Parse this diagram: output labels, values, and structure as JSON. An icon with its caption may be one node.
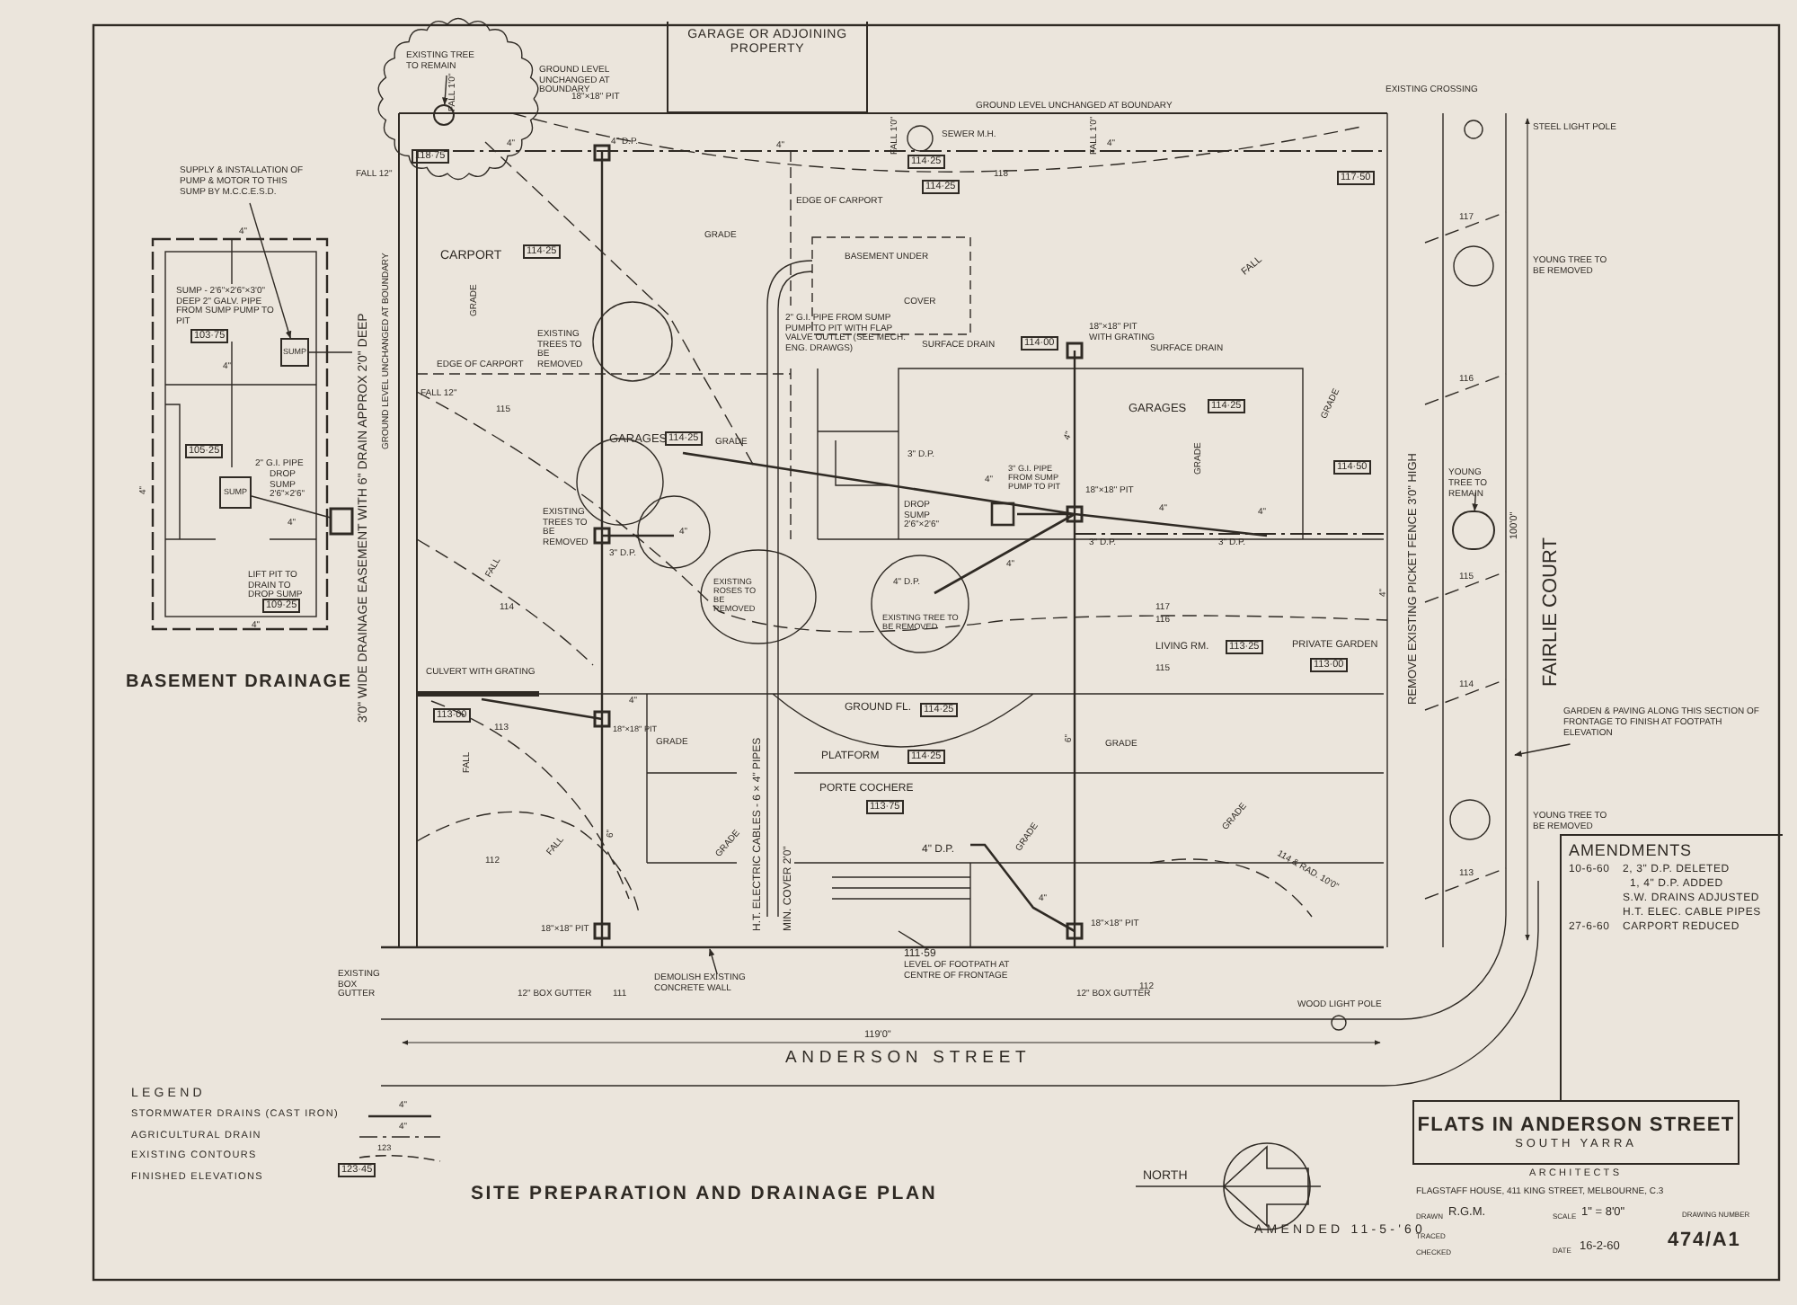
{
  "diagram": {
    "title": "SITE PREPARATION AND DRAINAGE PLAN",
    "nodes": [
      {
        "text": [
          "EXISTING TREE TO REMAIN"
        ]
      },
      {
        "text": [],
        "shape": "circle"
      },
      {
        "text": [
          "SUPPLY & INSTALLATION OF PUMP & MOTOR TO THIS SUMP BY M.C.C.E.S.D."
        ]
      },
      {
        "text": [
          "SUMP"
        ]
      },
      {
        "text": [
          "YOUNG TREE TO REMAIN"
        ]
      },
      {
        "text": [],
        "shape": "circle"
      },
      {
        "text": [
          "GARDEN & PAVING ALONG THIS SECTION OF FRONTAGE TO FINISH AT FOOTPATH ELEVATION"
        ]
      },
      {
        "text": [
          "DEMOLISH EXISTING CONCRETE WALL"
        ]
      },
      {
        "text": [
          "111·59",
          "LEVEL OF FOOTPATH AT CENTRE OF FRONTAGE"
        ]
      },
      {
        "text": [
          "GARAGE OR ADJOINING PROPERTY"
        ]
      },
      {
        "text": [
          "FLATS IN ANDERSON STREET",
          "SOUTH YARRA"
        ]
      },
      {
        "text": [
          "AMENDMENTS",
          "10-6-60",
          "2, 3\" D.P. DELETED",
          "1, 4\" D.P. ADDED",
          "S.W. DRAINS ADJUSTED",
          "H.T. ELEC. CABLE PIPES",
          "27-6-60",
          "CARPORT REDUCED"
        ]
      },
      {
        "text": [
          "SUMP"
        ]
      },
      {
        "text": [
          "118·75"
        ]
      },
      {
        "text": [
          "114·25"
        ]
      },
      {
        "text": [
          "114·25"
        ]
      },
      {
        "text": [
          "114·25"
        ]
      },
      {
        "text": [
          "117·50"
        ]
      },
      {
        "text": [
          "103·75"
        ]
      },
      {
        "text": [
          "105·25"
        ]
      },
      {
        "text": [
          "109·25"
        ]
      },
      {
        "text": [
          "114·00"
        ]
      },
      {
        "text": [
          "114·25"
        ]
      },
      {
        "text": [
          "114·25"
        ]
      },
      {
        "text": [
          "114·50"
        ]
      },
      {
        "text": [
          "113·25"
        ]
      },
      {
        "text": [
          "113·00"
        ]
      },
      {
        "text": [
          "113·00"
        ]
      },
      {
        "text": [
          "114·25"
        ]
      },
      {
        "text": [
          "114·25"
        ]
      },
      {
        "text": [
          "113·75"
        ]
      },
      {
        "text": [
          "123·45"
        ]
      }
    ],
    "edges": [
      {
        "from": 0,
        "to": 1,
        "arrow": "to"
      },
      {
        "from": 2,
        "to": 3,
        "arrow": "to"
      },
      {
        "from": 4,
        "to": 5,
        "arrow": "to"
      },
      {
        "from": 6,
        "to": null,
        "arrow": "to"
      },
      {
        "from": 7,
        "to": null,
        "arrow": "to"
      },
      {
        "from": 8,
        "to": null,
        "arrow": "none"
      }
    ],
    "labels": [
      "GROUND LEVEL UNCHANGED AT BOUNDARY",
      "FALL 1'0\"",
      "18\"×18\" PIT",
      "4\"",
      "4\" D.P.",
      "FALL 12\"",
      "GROUND LEVEL UNCHANGED AT BOUNDARY",
      "FALL 1'0\"",
      "SEWER M.H.",
      "4\"",
      "FALL 1'0\"",
      "4\"",
      "118",
      "EXISTING CROSSING",
      "STEEL LIGHT POLE",
      "SUMP - 2'6\"×2'6\"×3'0\" DEEP 2\" GALV. PIPE FROM SUMP PUMP TO PIT",
      "4\"",
      "4\"",
      "2\" G.I. PIPE",
      "DROP SUMP 2'6\"×2'6\"",
      "4\"",
      "LIFT PIT TO DRAIN TO DROP SUMP",
      "4\"",
      "4\"",
      "BASEMENT DRAINAGE",
      "3'0\" WIDE DRAINAGE EASEMENT WITH 6\" DRAIN APPROX 2'0\" DEEP",
      "GROUND LEVEL UNCHANGED AT BOUNDARY",
      "CARPORT",
      "GRADE",
      "EDGE OF CARPORT",
      "EXISTING TREES TO BE REMOVED",
      "FALL 12\"",
      "115",
      "GARAGES",
      "GRADE",
      "EXISTING TREES TO BE REMOVED",
      "4\"",
      "3\" D.P.",
      "FALL",
      "114",
      "EDGE OF CARPORT",
      "GRADE",
      "BASEMENT UNDER",
      "COVER",
      "2\" G.I. PIPE FROM SUMP PUMP TO PIT WITH FLAP VALVE OUTLET (SEE MECH. ENG. DRAWGS)",
      "SURFACE DRAIN",
      "18\"×18\" PIT WITH GRATING",
      "SURFACE DRAIN",
      "FALL",
      "GARAGES",
      "GRADE",
      "GRADE",
      "3\" D.P.",
      "4\"",
      "3\" G.I. PIPE FROM SUMP PUMP TO PIT",
      "DROP SUMP 2'6\"×2'6\"",
      "18\"×18\" PIT",
      "4\"",
      "4\"",
      "4\"",
      "3\" D.P.",
      "3\" D.P.",
      "4\"",
      "4\" D.P.",
      "EXISTING TREE TO BE REMOVED",
      "EXISTING ROSES TO BE REMOVED",
      "117",
      "116",
      "LIVING RM.",
      "PRIVATE GARDEN",
      "115",
      "4\"",
      "YOUNG TREE TO BE REMOVED",
      "REMOVE EXISTING PICKET FENCE 3'0\" HIGH",
      "100'0\"",
      "FAIRLIE COURT",
      "117",
      "116",
      "115",
      "114",
      "113",
      "YOUNG TREE TO BE REMOVED",
      "CULVERT WITH GRATING",
      "4\"",
      "18\"×18\" PIT",
      "GRADE",
      "113",
      "FALL",
      "GROUND FL.",
      "PLATFORM",
      "PORTE COCHERE",
      "H.T. ELECTRIC CABLES - 6 × 4\" PIPES",
      "MIN. COVER 2'0\"",
      "GRADE",
      "FALL",
      "6\"",
      "112",
      "4\" D.P.",
      "GRADE",
      "GRADE",
      "GRADE",
      "6\"",
      "4\"",
      "18\"×18\" PIT",
      "18\"×18\" PIT",
      "EXISTING BOX GUTTER",
      "12\" BOX GUTTER",
      "111",
      "12\" BOX GUTTER",
      "112",
      "114 & RAD. 10'0\"",
      "WOOD LIGHT POLE",
      "119'0\"",
      "ANDERSON STREET",
      "LEGEND",
      "4\"",
      "4\"",
      "123",
      "NORTH",
      "AMENDED 11-5-'60",
      "ARCHITECTS",
      "FLAGSTAFF HOUSE, 411 KING STREET, MELBOURNE, C.3",
      "DRAWN",
      "R.G.M.",
      "SCALE",
      "1\" = 8'0\"",
      "DRAWING NUMBER",
      "TRACED",
      "CHECKED",
      "DATE",
      "16-2-60",
      "474/A1"
    ],
    "legend": [
      {
        "text": "STORMWATER DRAINS (CAST IRON)"
      },
      {
        "text": "AGRICULTURAL DRAIN"
      },
      {
        "text": "EXISTING CONTOURS"
      },
      {
        "text": "FINISHED ELEVATIONS"
      }
    ]
  }
}
